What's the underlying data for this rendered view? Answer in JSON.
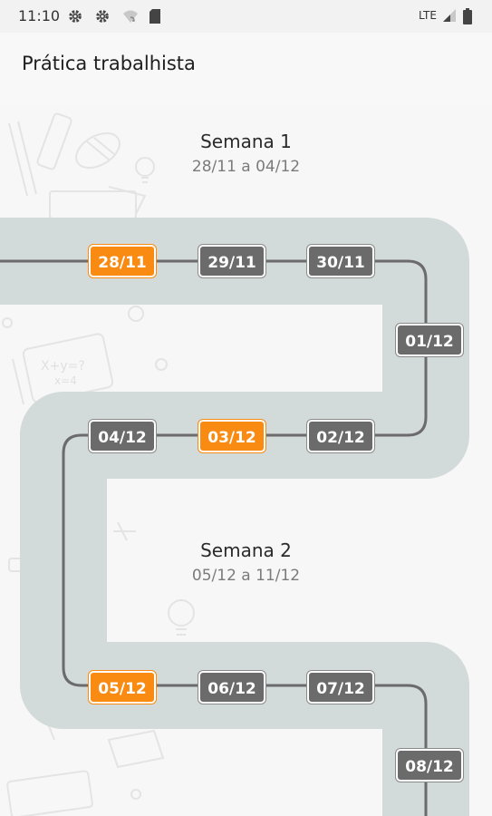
{
  "status_bar": {
    "time": "11:10",
    "network": "LTE",
    "icons": [
      "gear-icon",
      "gear-icon",
      "wifi-off-icon",
      "sd-card-icon",
      "signal-icon",
      "battery-icon"
    ]
  },
  "app_bar": {
    "title": "Prática trabalhista"
  },
  "weeks": [
    {
      "title": "Semana 1",
      "range": "28/11 a 04/12"
    },
    {
      "title": "Semana 2",
      "range": "05/12 a 11/12"
    }
  ],
  "days": [
    {
      "label": "28/11",
      "active": true
    },
    {
      "label": "29/11",
      "active": false
    },
    {
      "label": "30/11",
      "active": false
    },
    {
      "label": "01/12",
      "active": false
    },
    {
      "label": "02/12",
      "active": false
    },
    {
      "label": "03/12",
      "active": true
    },
    {
      "label": "04/12",
      "active": false
    },
    {
      "label": "05/12",
      "active": true
    },
    {
      "label": "06/12",
      "active": false
    },
    {
      "label": "07/12",
      "active": false
    },
    {
      "label": "08/12",
      "active": false
    }
  ],
  "colors": {
    "active": "#f98a12",
    "inactive": "#6b6b6b",
    "road": "#d3dada",
    "line": "#6b6b6b"
  }
}
